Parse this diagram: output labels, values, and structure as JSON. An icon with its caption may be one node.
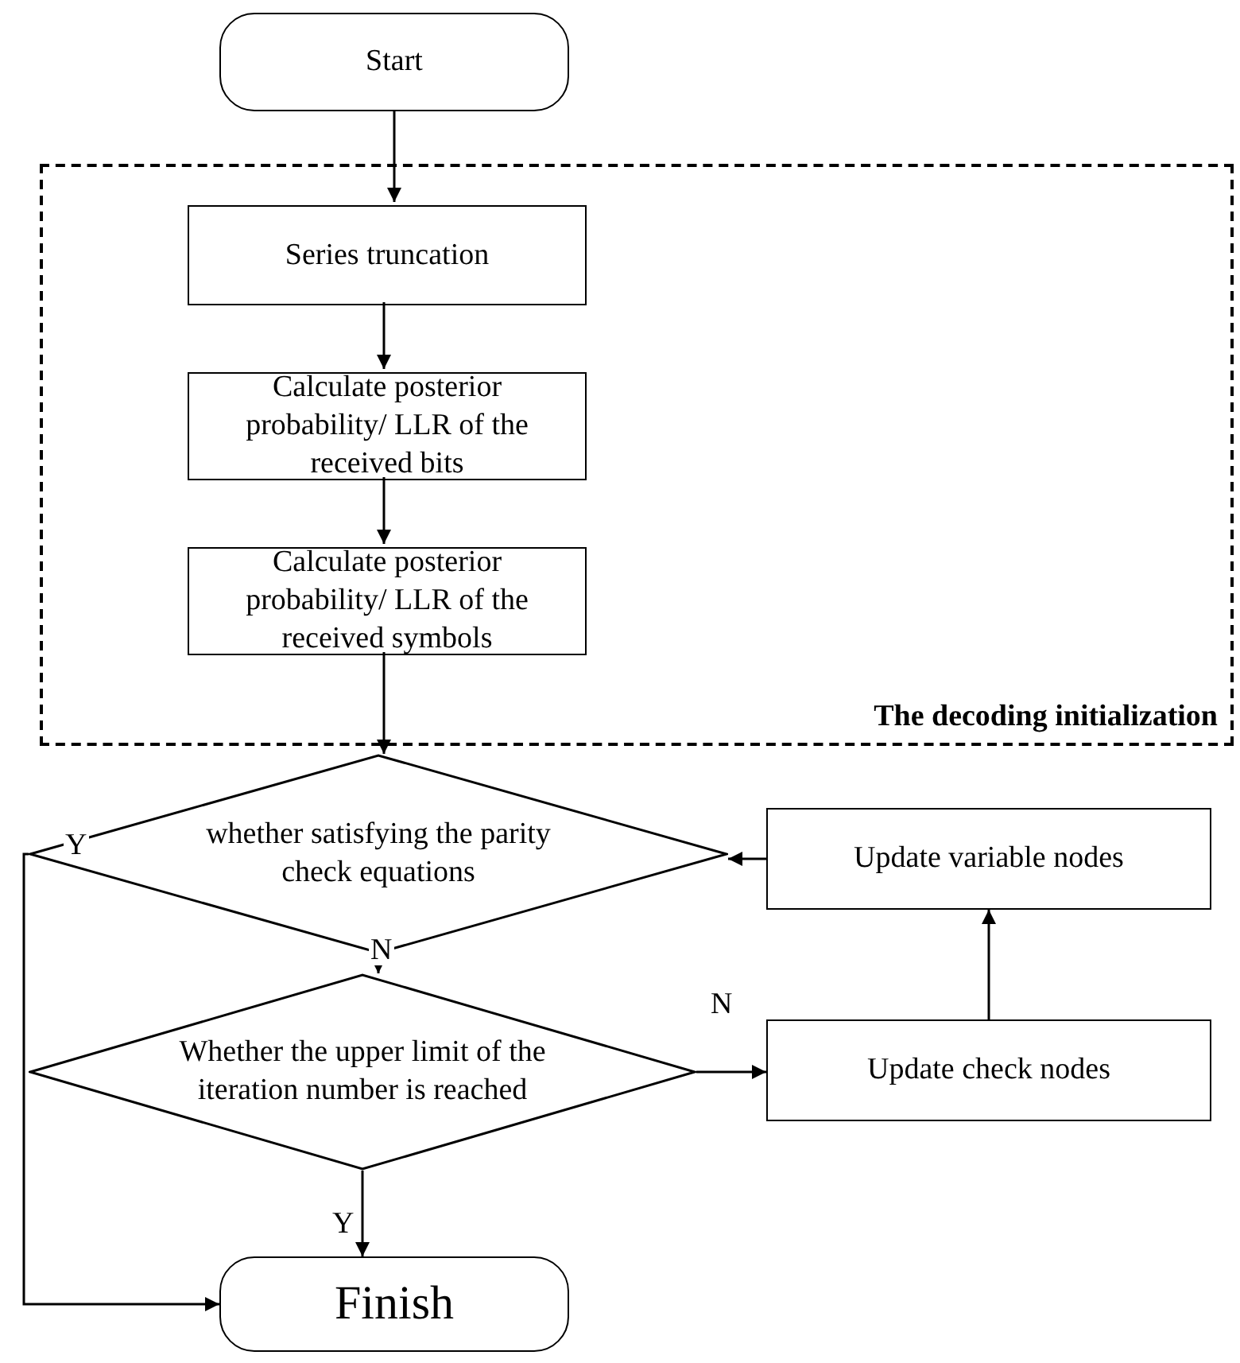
{
  "diagram": {
    "nodes": [
      {
        "text": [
          "Start"
        ]
      },
      {
        "text": [
          "The decoding initialization"
        ]
      },
      {
        "text": [
          "Series truncation"
        ],
        "in": 1
      },
      {
        "text": [
          "Calculate posterior probability/ LLR of the received bits"
        ],
        "in": 1
      },
      {
        "text": [
          "Calculate posterior probability/ LLR of the received symbols"
        ],
        "in": 1
      },
      {
        "text": [
          "whether satisfying the parity check equations"
        ]
      },
      {
        "text": [
          "Update variable nodes"
        ]
      },
      {
        "text": [
          "Whether the upper limit of the iteration number is reached"
        ]
      },
      {
        "text": [
          "Update check nodes"
        ]
      },
      {
        "text": [
          "Finish"
        ]
      }
    ],
    "edges": [
      {
        "from": 0,
        "to": 2,
        "arrow": "to"
      },
      {
        "from": 2,
        "to": 3,
        "arrow": "to"
      },
      {
        "from": 3,
        "to": 4,
        "arrow": "to"
      },
      {
        "from": 4,
        "to": 5,
        "arrow": "to"
      },
      {
        "from": 5,
        "to": 7,
        "label": "N",
        "arrow": "to"
      },
      {
        "from": 7,
        "to": 8,
        "label": "N",
        "arrow": "to"
      },
      {
        "from": 8,
        "to": 6,
        "arrow": "to"
      },
      {
        "from": 6,
        "to": 5,
        "arrow": "to"
      },
      {
        "from": 7,
        "to": 9,
        "label": "Y",
        "arrow": "to"
      },
      {
        "from": 5,
        "to": 9,
        "label": "Y",
        "arrow": "to"
      }
    ]
  }
}
